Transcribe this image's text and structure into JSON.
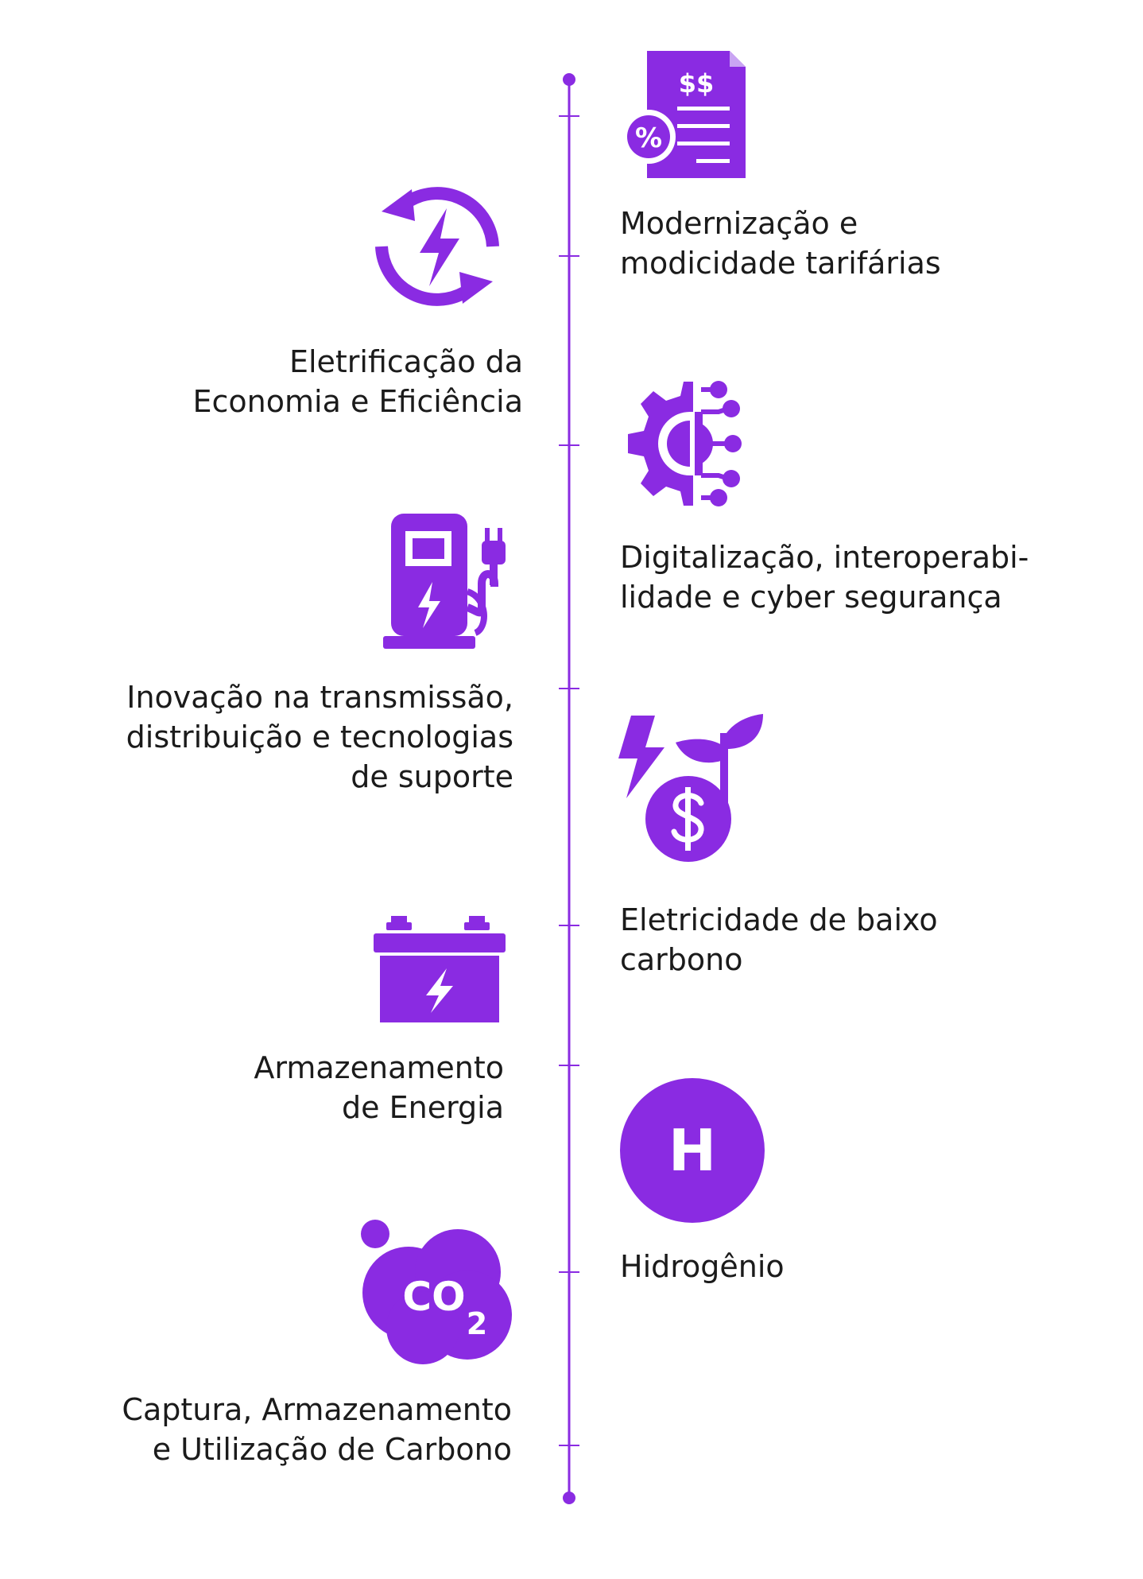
{
  "colors": {
    "accent": "#8a2be2",
    "text": "#1b1b1b",
    "background": "#ffffff"
  },
  "items": [
    {
      "side": "right",
      "icon": "tariff-document-icon",
      "label": "Modernização e\nmodicidade tarifárias"
    },
    {
      "side": "left",
      "icon": "electrification-cycle-icon",
      "label": "Eletrificação da\nEconomia e Eficiência"
    },
    {
      "side": "right",
      "icon": "digital-gear-icon",
      "label": "Digitalização, interoperabi-\nlidade e cyber segurança"
    },
    {
      "side": "left",
      "icon": "ev-charger-icon",
      "label": "Inovação na transmissão,\ndistribuição e tecnologias\nde suporte"
    },
    {
      "side": "right",
      "icon": "low-carbon-icon",
      "label": "Eletricidade de baixo\ncarbono"
    },
    {
      "side": "left",
      "icon": "battery-icon",
      "label": "Armazenamento\nde Energia"
    },
    {
      "side": "right",
      "icon": "hydrogen-icon",
      "label": "Hidrogênio"
    },
    {
      "side": "left",
      "icon": "co2-cloud-icon",
      "label": "Captura, Armazenamento\ne Utilização de Carbono"
    }
  ],
  "icon_text": {
    "hydrogen": "H",
    "co2_main": "CO",
    "co2_sub": "2",
    "money": "$$",
    "percent": "%"
  }
}
